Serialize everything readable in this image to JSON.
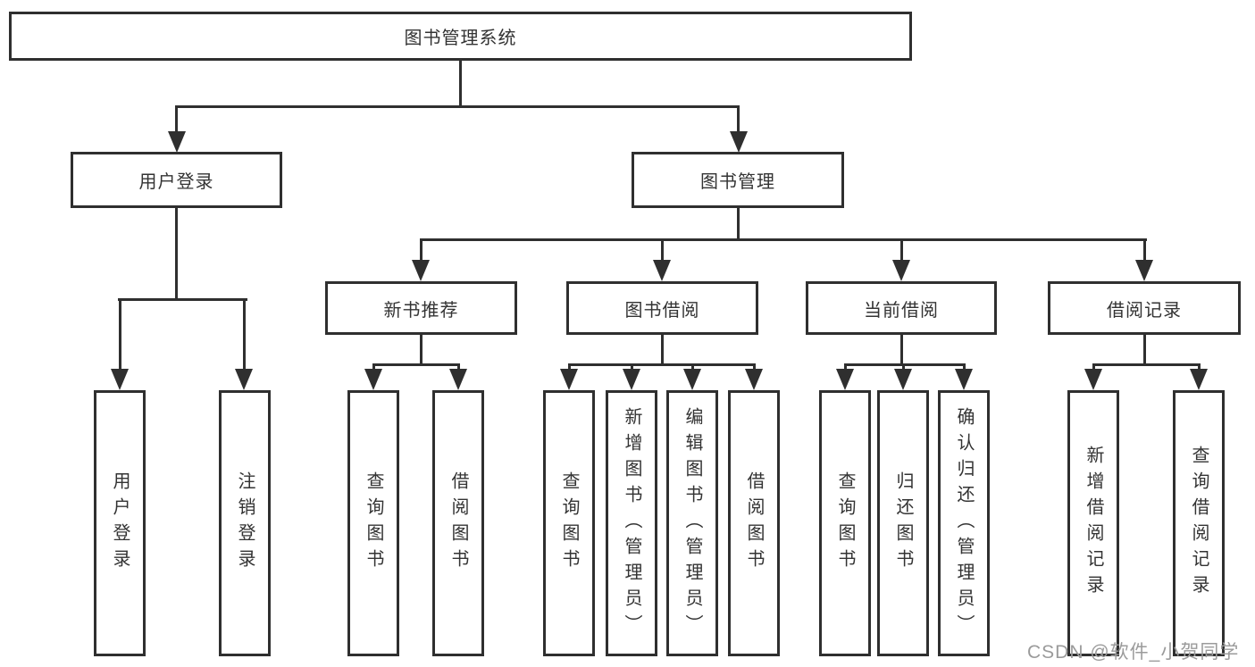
{
  "diagram": {
    "type": "hierarchy-tree",
    "root": {
      "label": "图书管理系统",
      "children": [
        {
          "label": "用户登录",
          "children": [
            {
              "label": "用户登录"
            },
            {
              "label": "注销登录"
            }
          ]
        },
        {
          "label": "图书管理",
          "children": [
            {
              "label": "新书推荐",
              "children": [
                {
                  "label": "查询图书"
                },
                {
                  "label": "借阅图书"
                }
              ]
            },
            {
              "label": "图书借阅",
              "children": [
                {
                  "label": "查询图书"
                },
                {
                  "label": "新增图书（管理员）"
                },
                {
                  "label": "编辑图书（管理员）"
                },
                {
                  "label": "借阅图书"
                }
              ]
            },
            {
              "label": "当前借阅",
              "children": [
                {
                  "label": "查询图书"
                },
                {
                  "label": "归还图书"
                },
                {
                  "label": "确认归还（管理员）"
                }
              ]
            },
            {
              "label": "借阅记录",
              "children": [
                {
                  "label": "新增借阅记录"
                },
                {
                  "label": "查询借阅记录"
                }
              ]
            }
          ]
        }
      ]
    }
  },
  "watermark": {
    "text": "CSDN @软件_小贺同学"
  },
  "colors": {
    "line": "#2f2f2f",
    "text": "#333333",
    "watermark": "#9b9b9b",
    "background": "#ffffff"
  }
}
